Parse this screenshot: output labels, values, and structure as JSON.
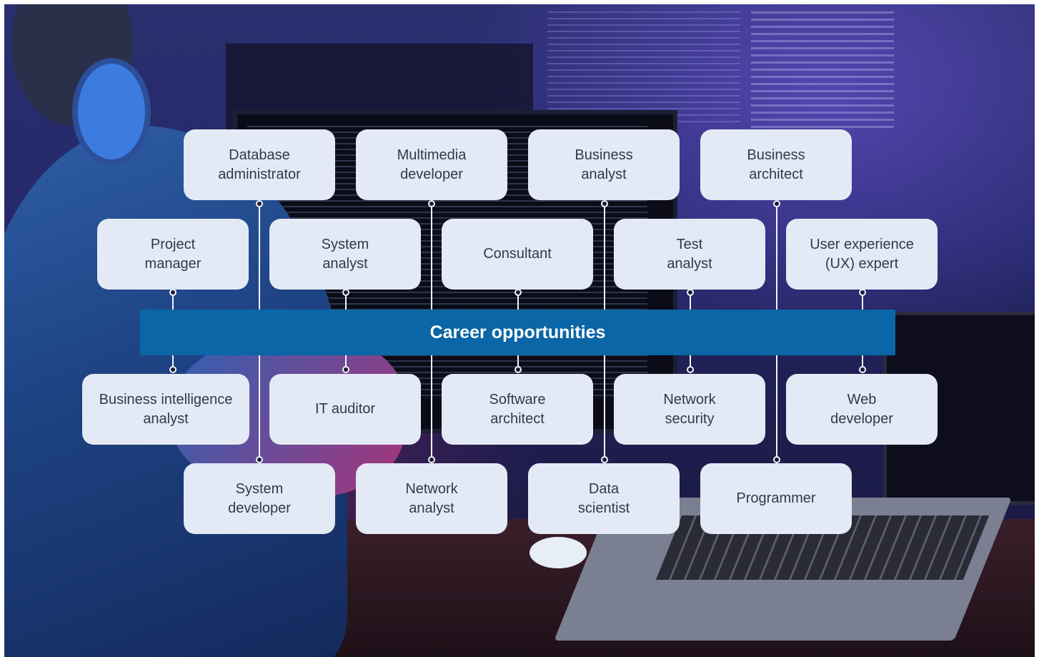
{
  "diagram": {
    "center_label": "Career opportunities",
    "roles": {
      "database_administrator": "Database\nadministrator",
      "multimedia_developer": "Multimedia\ndeveloper",
      "business_analyst": "Business\nanalyst",
      "business_architect": "Business\narchitect",
      "project_manager": "Project\nmanager",
      "system_analyst": "System\nanalyst",
      "consultant": "Consultant",
      "test_analyst": "Test\nanalyst",
      "ux_expert": "User experience\n(UX) expert",
      "bi_analyst": "Business intelligence\nanalyst",
      "it_auditor": "IT auditor",
      "software_architect": "Software\narchitect",
      "network_security": "Network\nsecurity",
      "web_developer": "Web\ndeveloper",
      "system_developer": "System\ndeveloper",
      "network_analyst": "Network\nanalyst",
      "data_scientist": "Data\nscientist",
      "programmer": "Programmer"
    }
  },
  "colors": {
    "hub": "#0a66a6",
    "card": "#e3eaf6",
    "card_text": "#333946",
    "connector": "#f2f4f8"
  }
}
